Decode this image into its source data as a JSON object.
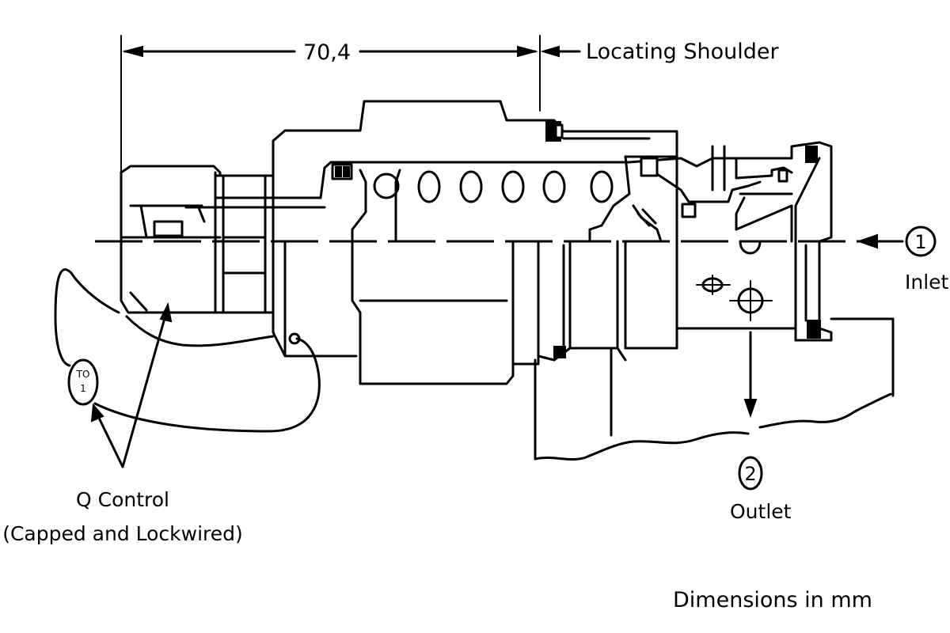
{
  "dimension": {
    "value": "70,4"
  },
  "labels": {
    "locating_shoulder": "Locating Shoulder",
    "inlet": "Inlet",
    "outlet": "Outlet",
    "control_line1": "Q Control",
    "control_line2": "(Capped and Lockwired)",
    "units_note": "Dimensions in mm"
  },
  "port_markers": {
    "inlet_number": "1",
    "outlet_number": "2",
    "control_top": "TO",
    "control_bottom": "1"
  }
}
